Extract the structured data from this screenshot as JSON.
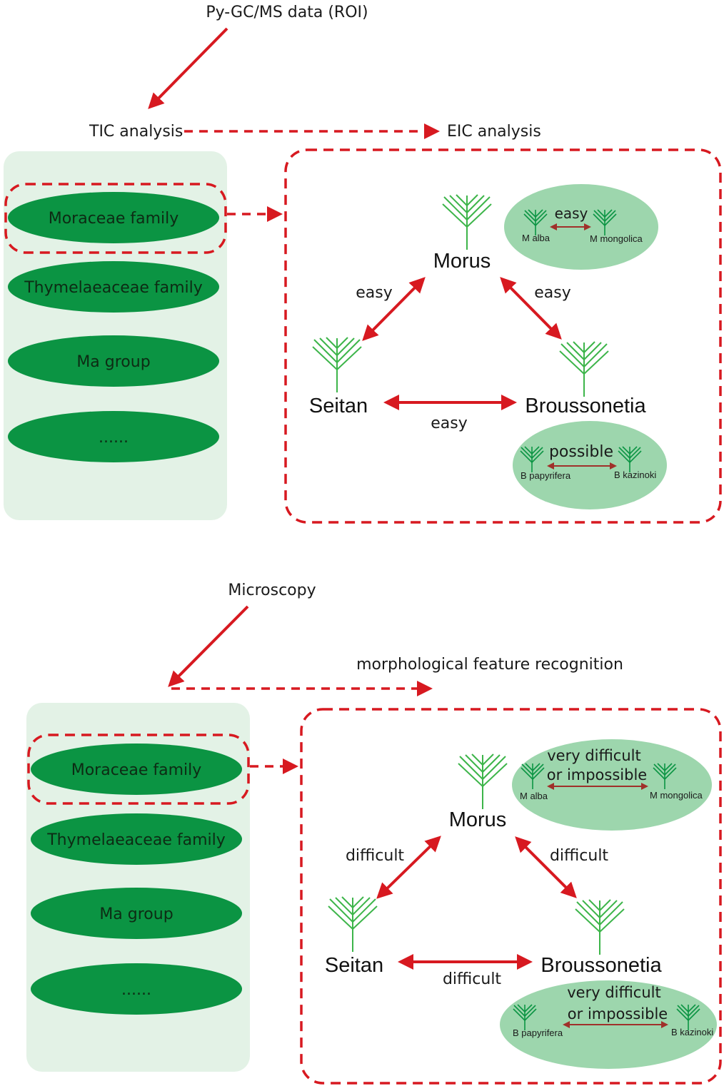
{
  "colors": {
    "red": "#d71920",
    "dark_red": "#a0302a",
    "green": "#0b9443",
    "light_green": "#9dd6ad",
    "panel": "#e3f2e6",
    "tree": "#3db54a"
  },
  "top": {
    "source": "Py-GC/MS data (ROI)",
    "tic": "TIC analysis",
    "eic": "EIC analysis",
    "list": [
      "Moraceae family",
      "Thymelaeaceae family",
      "Ma group",
      "......"
    ],
    "nodes": {
      "morus": "Morus",
      "seitan": "Seitan",
      "broussonetia": "Broussonetia"
    },
    "edges": {
      "seitan_morus": "easy",
      "morus_broussonetia": "easy",
      "seitan_broussonetia": "easy"
    },
    "morus_species": {
      "relation": "easy",
      "left": "M alba",
      "right": "M mongolica"
    },
    "brouss_species": {
      "relation": "possible",
      "left": "B papyrifera",
      "right": "B kazinoki"
    }
  },
  "bottom": {
    "source": "Microscopy",
    "method": "morphological feature recognition",
    "list": [
      "Moraceae family",
      "Thymelaeaceae family",
      "Ma group",
      "......"
    ],
    "nodes": {
      "morus": "Morus",
      "seitan": "Seitan",
      "broussonetia": "Broussonetia"
    },
    "edges": {
      "seitan_morus": "difficult",
      "morus_broussonetia": "difficult",
      "seitan_broussonetia": "difficult"
    },
    "morus_species": {
      "relation_line1": "very difficult",
      "relation_line2": "or impossible",
      "left": "M alba",
      "right": "M mongolica"
    },
    "brouss_species": {
      "relation_line1": "very difficult",
      "relation_line2": "or impossible",
      "left": "B papyrifera",
      "right": "B kazinoki"
    }
  }
}
